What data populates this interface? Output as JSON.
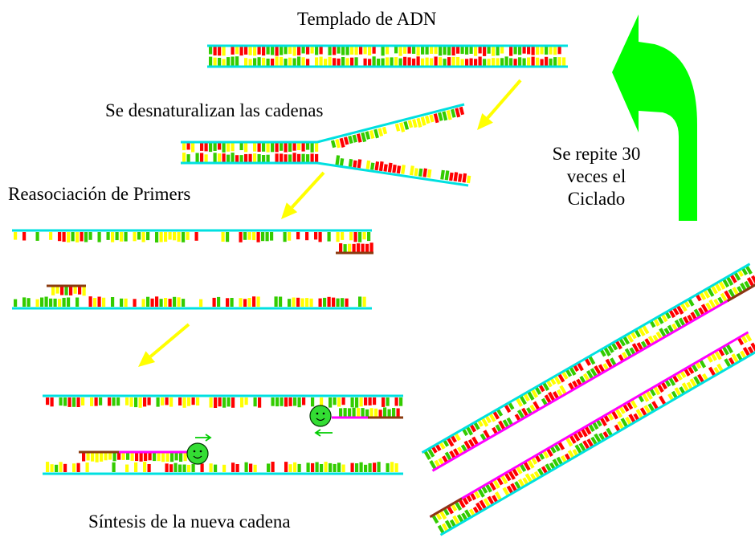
{
  "labels": {
    "template": "Templado de ADN",
    "denature": "Se desnaturalizan las cadenas",
    "annealing": "Reasociación de Primers",
    "synthesis": "Síntesis de la nueva cadena",
    "repeat_line1": "Se repite 30",
    "repeat_line2": "veces el",
    "repeat_line3": "Ciclado"
  },
  "colors": {
    "backbone": "#00e0e0",
    "new_strand": "#ff00ff",
    "primer": "#8b3a0f",
    "base_red": "#ff0000",
    "base_yellow": "#ffff00",
    "base_green": "#33cc00",
    "flow_arrow": "#ffff00",
    "cycle_arrow": "#00ff00",
    "polymerase": "#33dd33",
    "polymerase_direction_arrow": "#00cc00"
  },
  "icons": {
    "polymerase": "smiley-face-icon",
    "flow": "diagonal-arrow-icon",
    "cycle": "curved-up-arrow-icon"
  }
}
